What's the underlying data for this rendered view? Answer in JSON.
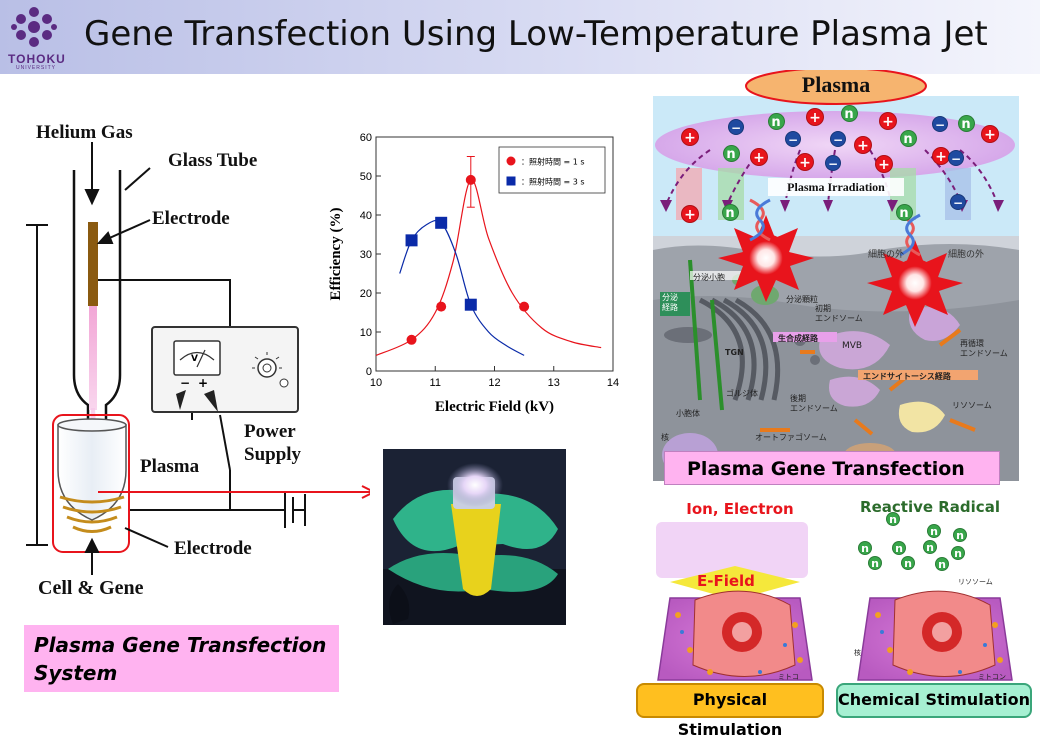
{
  "header": {
    "title": "Gene Transfection Using Low-Temperature Plasma Jet",
    "logo_text": "TOHOKU",
    "logo_sub": "UNIVERSITY"
  },
  "apparatus": {
    "helium_gas": "Helium Gas",
    "glass_tube": "Glass Tube",
    "electrode_top": "Electrode",
    "plasma": "Plasma",
    "power_supply_1": "Power",
    "power_supply_2": "Supply",
    "electrode_bottom": "Electrode",
    "cell_gene": "Cell & Gene",
    "meter_v": "V",
    "meter_minus": "−",
    "meter_plus": "+",
    "system_box_1": "Plasma Gene Transfection",
    "system_box_2": "System"
  },
  "chart_data": {
    "type": "line",
    "xlabel": "Electric Field (kV)",
    "ylabel": "Efficiency (%)",
    "xlim": [
      10,
      14
    ],
    "ylim": [
      0,
      60
    ],
    "xticks": [
      10,
      11,
      12,
      13,
      14
    ],
    "yticks": [
      0,
      10,
      20,
      30,
      40,
      50,
      60
    ],
    "grid": false,
    "legend_position": "top-right",
    "series": [
      {
        "name": "：照射時間 = 1 s",
        "color": "#e8141c",
        "marker": "circle",
        "points": [
          [
            10.6,
            8
          ],
          [
            11.1,
            16.5
          ],
          [
            11.6,
            49
          ],
          [
            12.5,
            16.5
          ]
        ],
        "error_bar": {
          "x": 11.6,
          "low": 42,
          "high": 55
        },
        "curve": [
          [
            10.0,
            4
          ],
          [
            10.6,
            8
          ],
          [
            11.0,
            15
          ],
          [
            11.3,
            28
          ],
          [
            11.6,
            49
          ],
          [
            11.9,
            34
          ],
          [
            12.3,
            20
          ],
          [
            12.8,
            11
          ],
          [
            13.3,
            7.5
          ],
          [
            13.8,
            6
          ]
        ]
      },
      {
        "name": "：照射時間 = 3 s",
        "color": "#0a2aa8",
        "marker": "square",
        "points": [
          [
            10.6,
            33.5
          ],
          [
            11.1,
            38
          ],
          [
            11.6,
            17
          ]
        ],
        "curve": [
          [
            10.4,
            25
          ],
          [
            10.6,
            33.5
          ],
          [
            10.85,
            37.5
          ],
          [
            11.1,
            38
          ],
          [
            11.35,
            30
          ],
          [
            11.6,
            17
          ],
          [
            11.9,
            10
          ],
          [
            12.2,
            6.5
          ],
          [
            12.5,
            4
          ]
        ]
      }
    ]
  },
  "mechanism": {
    "plasma_label": "Plasma",
    "irradiation_label": "Plasma Irradiation",
    "cell_outside": "細胞の外",
    "label_secretory_vesicle": "分泌小胞",
    "label_secretory_granule": "分泌顆粒",
    "label_secretory_pathway": "分泌\n経路",
    "label_early_endosome": "初期\nエンドソーム",
    "label_biosynthetic": "生合成経路",
    "label_tgn": "TGN",
    "label_mvb": "MVB",
    "label_recycling": "再循環\nエンドソーム",
    "label_endocytosis": "エンドサイトーシス経路",
    "label_golgi": "ゴルジ体",
    "label_vesicle": "小胞体",
    "label_late_endosome": "後期\nエンドソーム",
    "label_lysosome": "リソソーム",
    "label_autophagosome": "オートファゴソーム",
    "label_nucleus": "核",
    "banner": "Plasma Gene Transfection",
    "ion_electron": "Ion, Electron",
    "reactive_radical": "Reactive Radical",
    "e_field": "E-Field",
    "physical_stimulation": "Physical Stimulation",
    "chemical_stimulation": "Chemical Stimulation",
    "label_lysosome_small": "リソソーム",
    "label_mito": "ミトコン",
    "label_mito2": "ミトコ",
    "label_nucleus_small": "核"
  },
  "particles": {
    "plus": "+",
    "minus": "−",
    "neutral": "n"
  },
  "colors": {
    "plus": "#e8141c",
    "minus": "#1f4aa0",
    "neutral": "#38a64a",
    "banner": "#ffb3f0",
    "physical": "#ffbf1f",
    "chemical": "#a6f0d2"
  }
}
